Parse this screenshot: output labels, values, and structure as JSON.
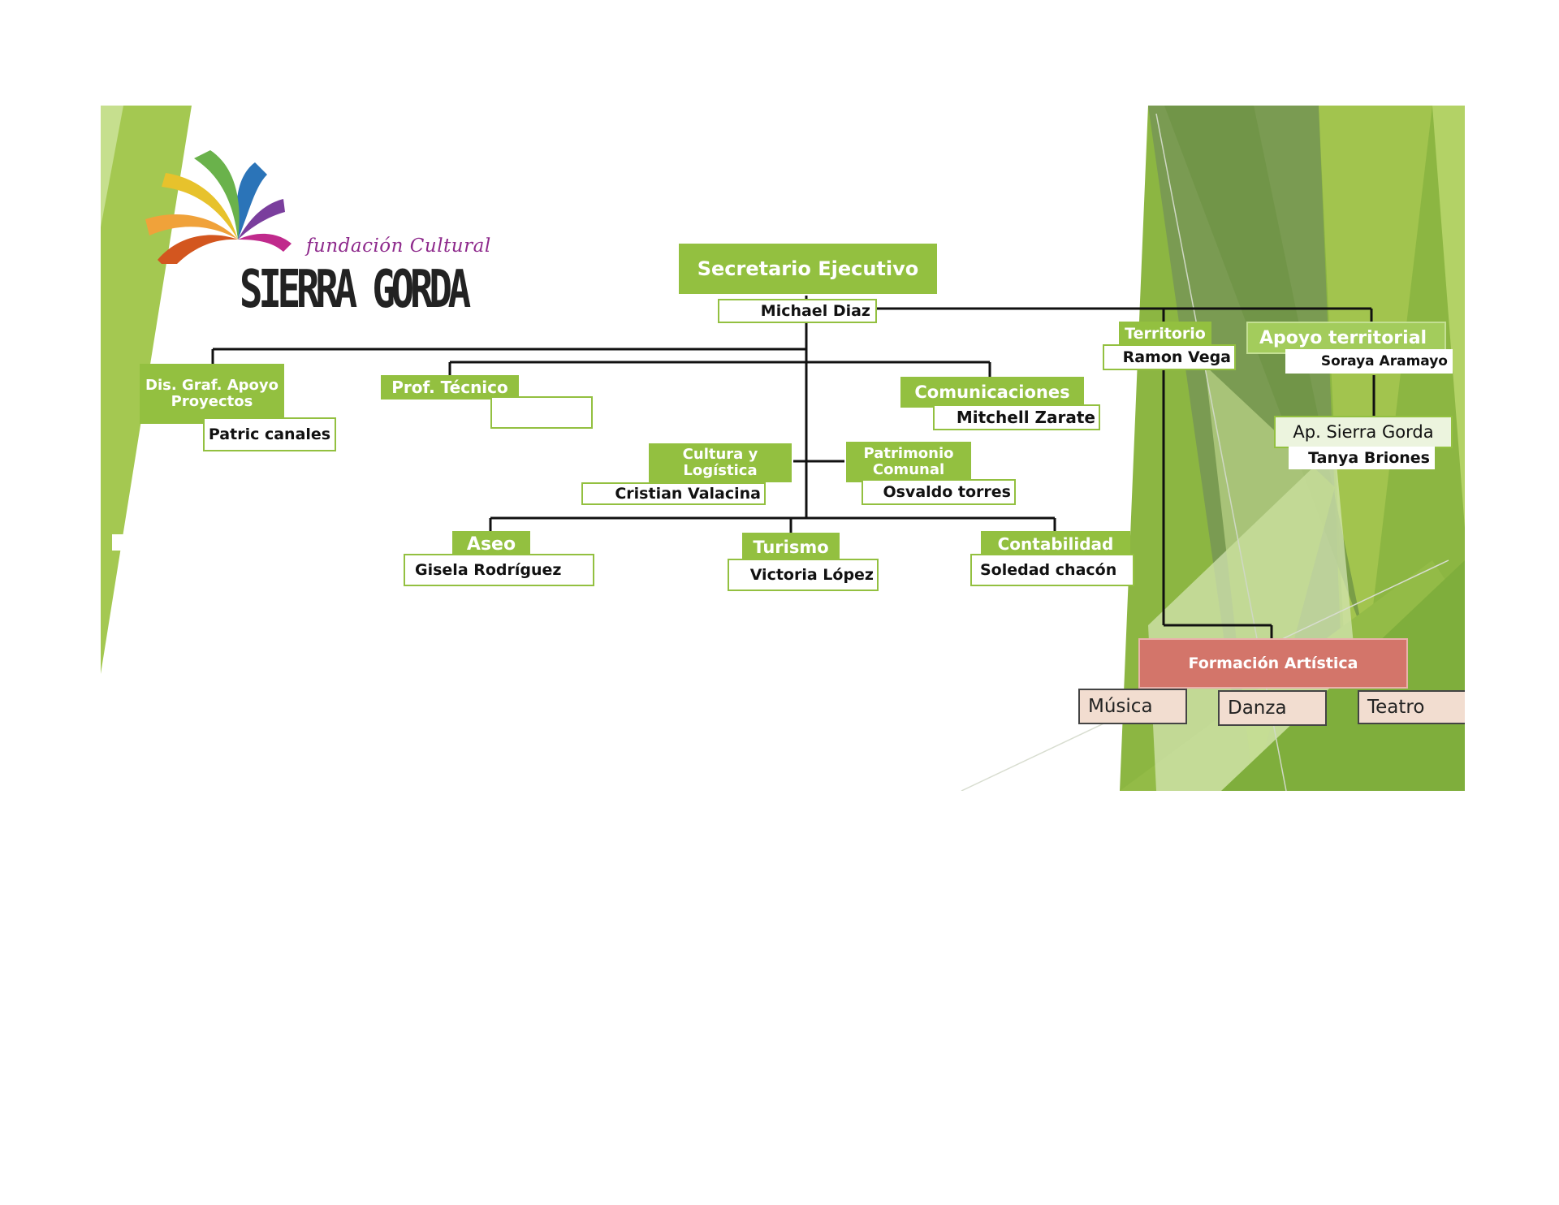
{
  "logo": {
    "script_text": "fundación Cultural",
    "word": "SIERRA GORDA"
  },
  "chart": {
    "top": {
      "title": "Secretario Ejecutivo",
      "name": "Michael Diaz"
    },
    "dis_graf": {
      "title_line1": "Dis. Graf. Apoyo",
      "title_line2": "Proyectos",
      "name": "Patric canales"
    },
    "prof_tecnico": {
      "title": "Prof. Técnico",
      "name": ""
    },
    "comunicaciones": {
      "title": "Comunicaciones",
      "name": "Mitchell Zarate"
    },
    "cultura": {
      "title_line1": "Cultura y",
      "title_line2": "Logística",
      "name": "Cristian Valacina"
    },
    "patrimonio": {
      "title_line1": "Patrimonio",
      "title_line2": "Comunal",
      "name": "Osvaldo torres"
    },
    "aseo": {
      "title": "Aseo",
      "name": "Gisela Rodríguez"
    },
    "turismo": {
      "title": "Turismo",
      "name": "Victoria López"
    },
    "contabilidad": {
      "title": "Contabilidad",
      "name": "Soledad chacón"
    },
    "territorio": {
      "title": "Territorio",
      "name": "Ramon Vega"
    },
    "apoyo_territorial": {
      "title": "Apoyo territorial",
      "name": "Soraya Aramayo"
    },
    "ap_sierra_gorda": {
      "title": "Ap. Sierra Gorda",
      "name": "Tanya Briones"
    },
    "formacion": {
      "title": "Formación Artística",
      "areas": [
        "Música",
        "Danza",
        "Teatro"
      ]
    }
  },
  "colors": {
    "box_green": "#93c040",
    "box_red": "#d3756a",
    "box_pink": "#f2ddd0",
    "connector": "#111111"
  }
}
